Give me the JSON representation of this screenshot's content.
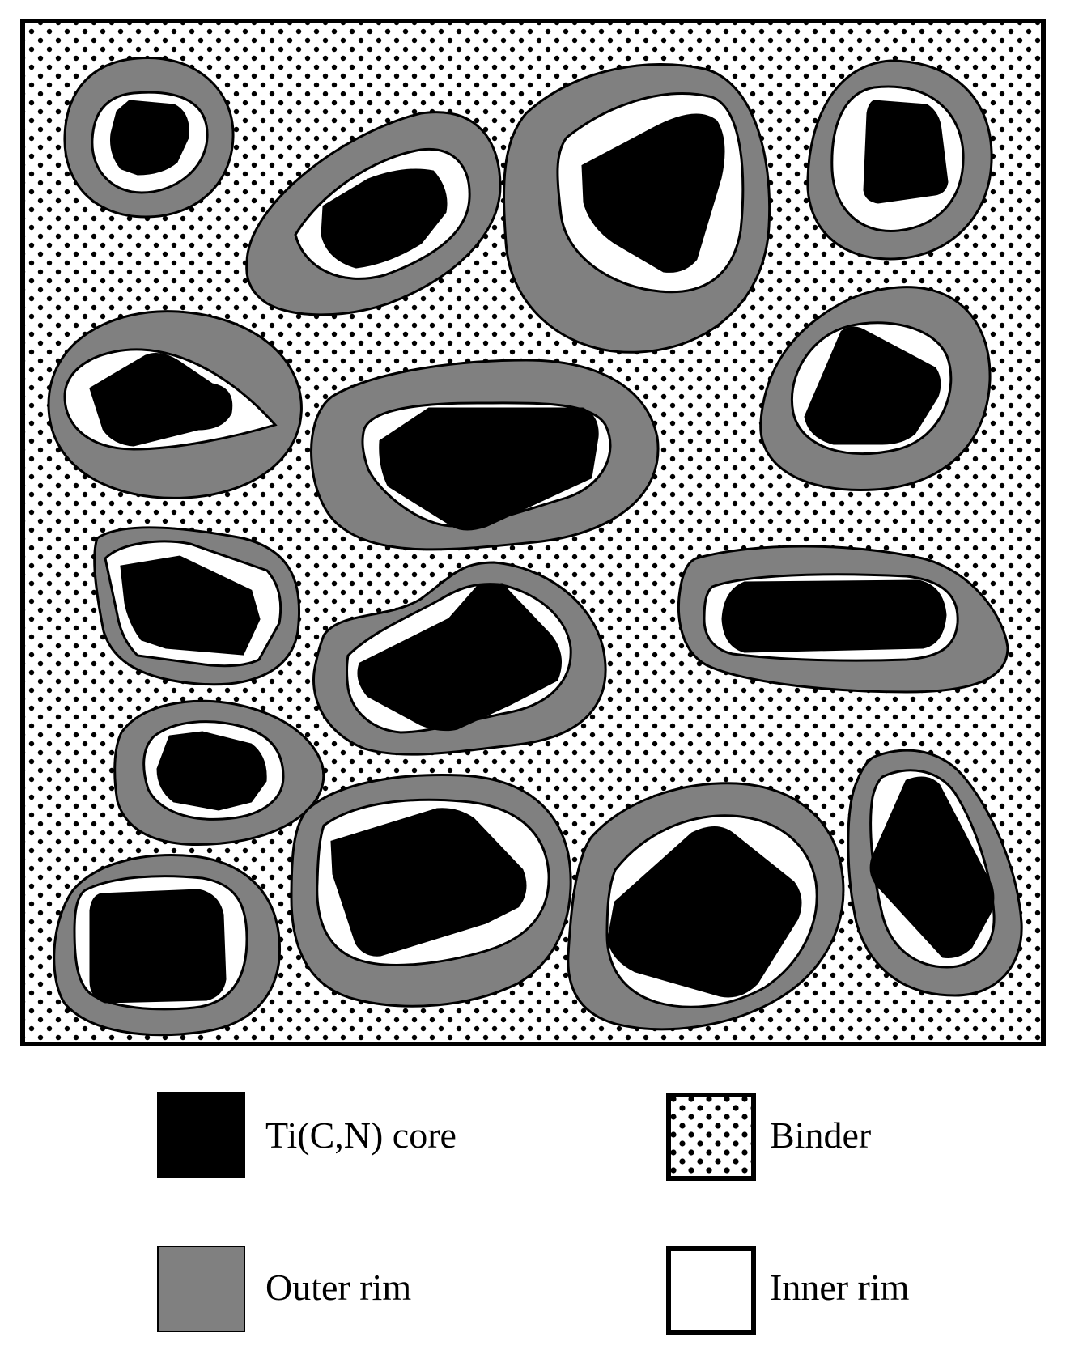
{
  "colors": {
    "core": "#000000",
    "outer_rim": "#808080",
    "inner_rim": "#ffffff",
    "binder_background": "#ffffff",
    "binder_dots": "#000000",
    "outline": "#000000"
  },
  "legend": {
    "core_label": "Ti(C,N) core",
    "binder_label": "Binder",
    "outer_rim_label": "Outer rim",
    "inner_rim_label": "Inner rim"
  }
}
